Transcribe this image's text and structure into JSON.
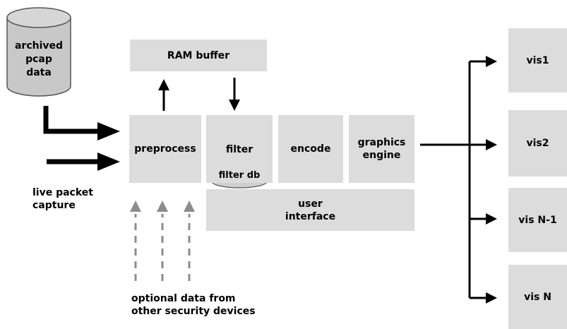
{
  "storage": {
    "archive_label": "archived\npcap\ndata"
  },
  "inputs": {
    "live_capture_label": "live packet\ncapture",
    "optional_data_label": "optional data from\nother security devices"
  },
  "pipeline": {
    "ram_buffer": "RAM buffer",
    "preprocess": "preprocess",
    "filter": "filter",
    "filter_db": "filter db",
    "encode": "encode",
    "graphics_engine": "graphics\nengine",
    "user_interface": "user\ninterface"
  },
  "outputs": {
    "vis1": "vis1",
    "vis2": "vis2",
    "vis_n_minus_1": "vis N-1",
    "vis_n": "vis N"
  },
  "colors": {
    "box_fill": "#dcdcdc",
    "cylinder_fill": "#c8c8c8",
    "dashed_arrow": "#8c8c8c",
    "arrow": "#000000"
  }
}
